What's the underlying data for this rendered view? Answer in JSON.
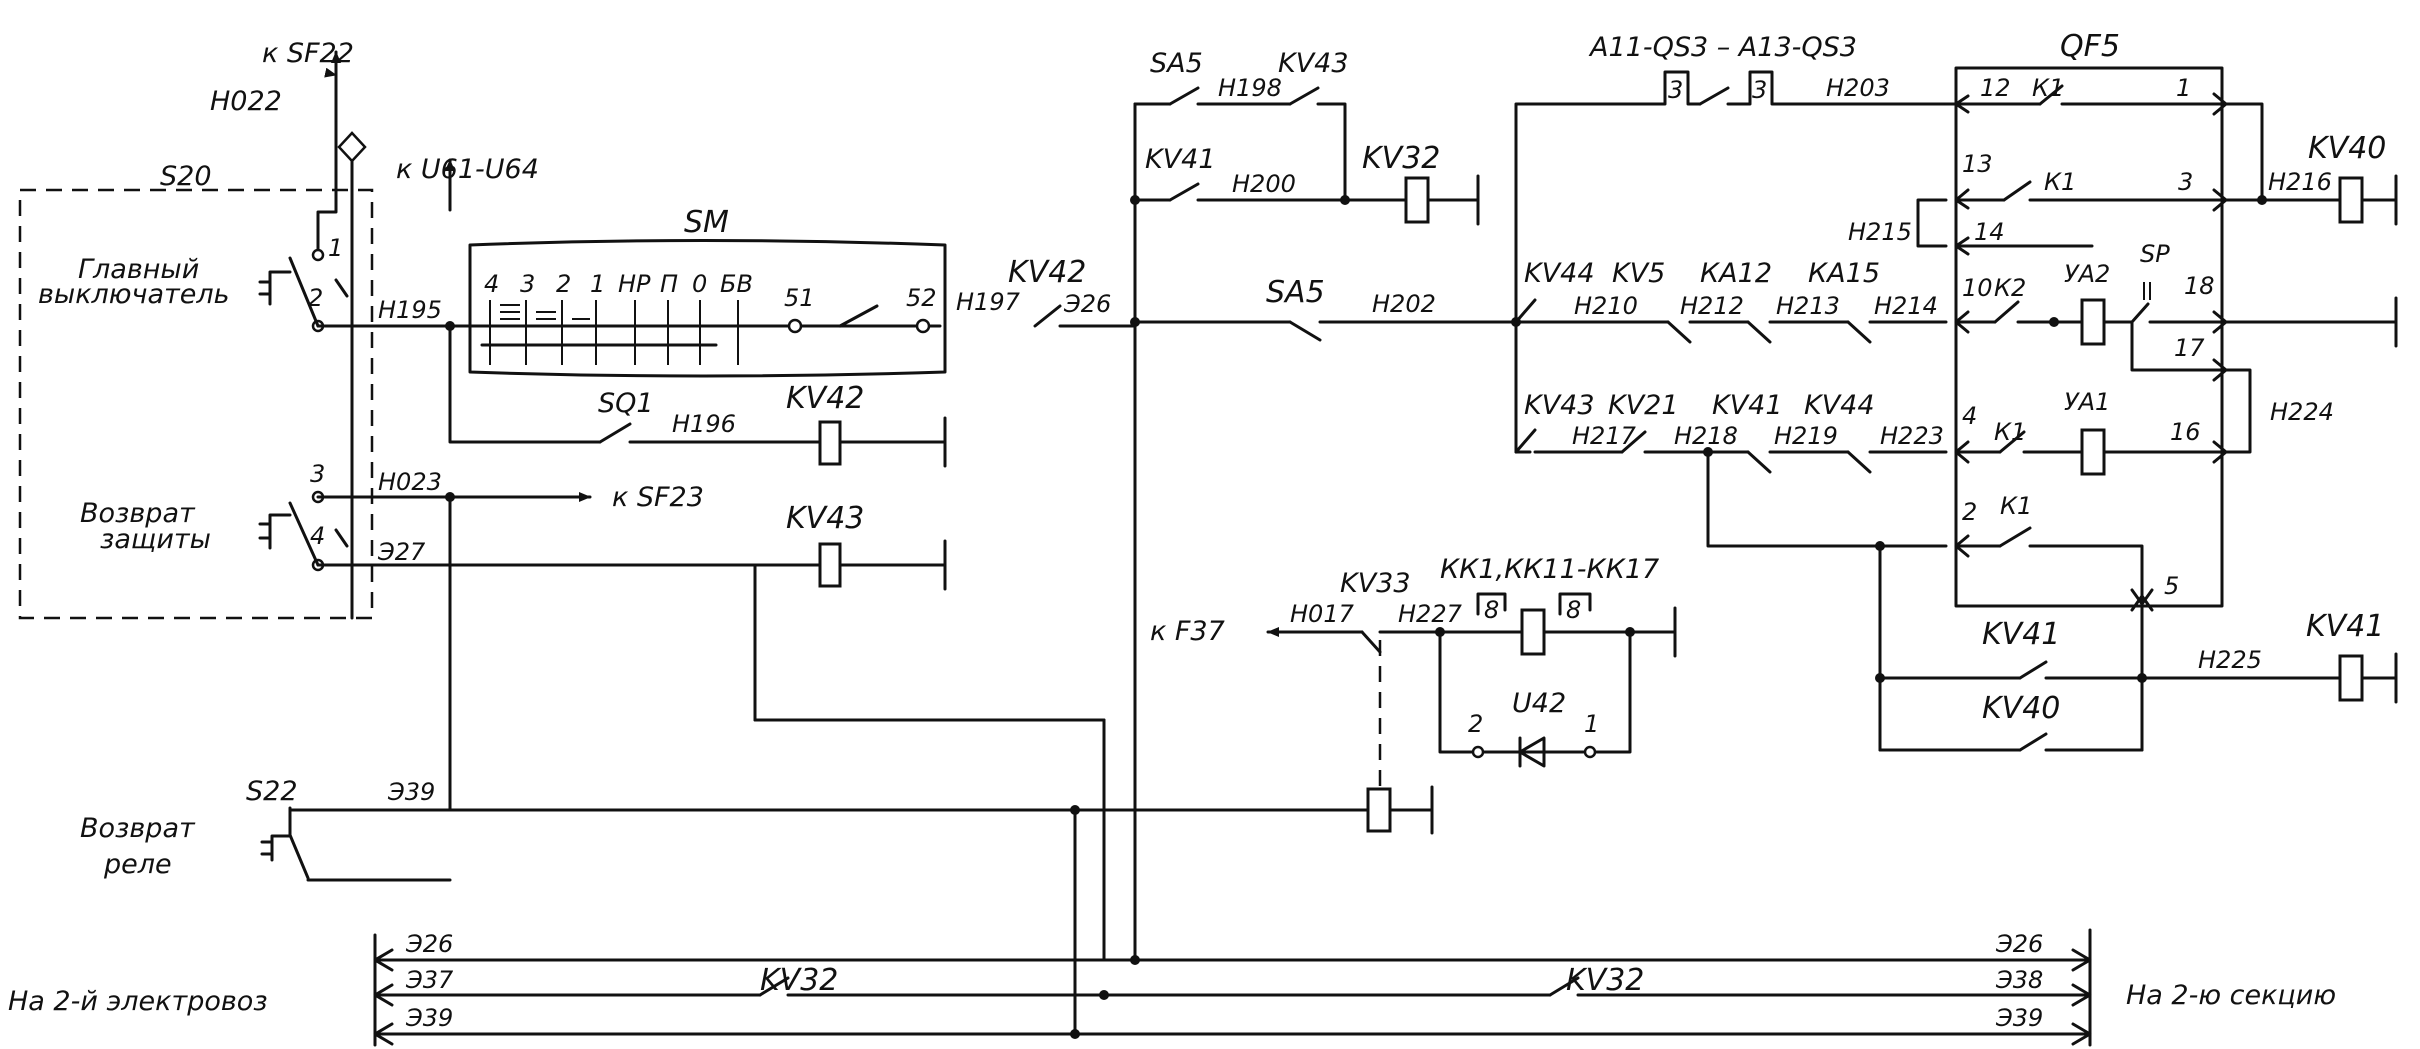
{
  "switches": {
    "s20": "S20",
    "main_line1": "Главный",
    "main_line2": "выключатель",
    "reset_line1": "Возврат",
    "reset_line2": "защиты",
    "s22": "S22",
    "relay_line1": "Возврат",
    "relay_line2": "реле",
    "c1": "1",
    "c2": "2",
    "c3": "3",
    "c4": "4"
  },
  "refs": {
    "sf22": "к SF22",
    "u61": "к U61-U64",
    "sf23": "к SF23",
    "f37": "к F37"
  },
  "wires": {
    "h022": "Н022",
    "h195": "Н195",
    "h196": "Н196",
    "h197": "Н197",
    "e26": "Э26",
    "h198": "Н198",
    "h200": "Н200",
    "h202": "Н202",
    "h203": "Н203",
    "h023": "Н023",
    "e27": "Э27",
    "e39": "Э39",
    "h017": "Н017",
    "h227": "Н227",
    "h210": "Н210",
    "h212": "Н212",
    "h213": "Н213",
    "h214": "Н214",
    "h215": "Н215",
    "h216": "Н216",
    "h217": "Н217",
    "h218": "Н218",
    "h219": "Н219",
    "h223": "Н223",
    "h224": "Н224",
    "h225": "Н225"
  },
  "sm": {
    "label": "SM",
    "positions": [
      "4",
      "3",
      "2",
      "1",
      "НР",
      "П",
      "0",
      "БВ"
    ],
    "c51": "51",
    "c52": "52"
  },
  "devices": {
    "sq1": "SQ1",
    "kv42_contact": "KV42",
    "kv42_coil": "KV42",
    "kv43_coil": "KV43",
    "sa5_top": "SA5",
    "kv43_top": "KV43",
    "kv41_top": "KV41",
    "kv32_coil": "KV32",
    "sa5_mid": "SA5",
    "kv33": "KV33",
    "kk": "КК1,КК11-КК17",
    "kk8a": "8",
    "kk8b": "8",
    "u42": "U42",
    "u42_2": "2",
    "u42_1": "1",
    "a11": "А11-QS3 – А13-QS3",
    "a3a": "3",
    "a3b": "3",
    "kv44_mid": "KV44",
    "kv5": "KV5",
    "ka12": "КА12",
    "ka15": "КА15",
    "kv43_low": "KV43",
    "kv21": "KV21",
    "kv41_low": "KV41",
    "kv44_low": "KV44",
    "kv41_bot": "KV41",
    "kv40_bot": "KV40",
    "kv41_coil": "KV41",
    "kv40_coil": "KV40"
  },
  "qf5": {
    "label": "QF5",
    "n12": "12",
    "k1a": "К1",
    "n1": "1",
    "n13": "13",
    "k1b": "К1",
    "n3": "3",
    "n14": "14",
    "n10": "10",
    "k2": "К2",
    "ya2": "УА2",
    "sp": "SP",
    "n18": "18",
    "n17": "17",
    "n4": "4",
    "k1c": "К1",
    "ya1": "УА1",
    "n16": "16",
    "n2": "2",
    "k1d": "К1",
    "n5": "5"
  },
  "bus": {
    "left_caption": "На 2-й электровоз",
    "right_caption": "На 2-ю секцию",
    "e26l": "Э26",
    "e26r": "Э26",
    "e37": "Э37",
    "e38": "Э38",
    "e39l": "Э39",
    "e39r": "Э39",
    "kv32a": "KV32",
    "kv32b": "KV32"
  }
}
